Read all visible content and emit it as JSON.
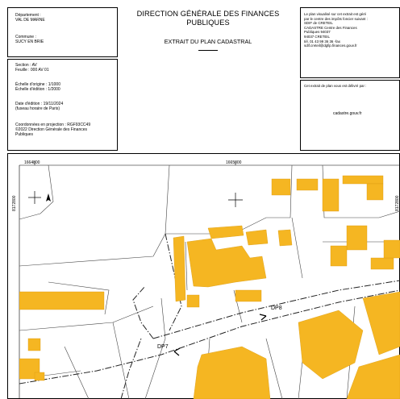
{
  "header": {
    "departement": "Département :\nVAL DE MARNE",
    "commune": "Commune :\nSUCY EN BRIE",
    "title": "DIRECTION GÉNÉRALE DES FINANCES PUBLIQUES",
    "subtitle": "EXTRAIT DU PLAN CADASTRAL",
    "section": "Section : AV\nFeuille : 000 AV 01",
    "echelle": "Échelle d'origine : 1/1000\nÉchelle d'édition : 1/2000",
    "date": "Date d'édition : 19/11/2024\n(fuseau horaire de Paris)",
    "coords": "Coordonnées en projection : RGF93CC49\n©2022 Direction Générale des Finances\nPubliques",
    "centre": "Le plan visualisé sur cet extrait est géré\npar le centre des impôts foncier suivant :\nSDIF de CRETEIL\nCADASTRE Centre des Finances\nPubliques 94037\n94037 CRETEIL\ntél. 01 43 99 36 36 -fax\nsdif.creteil@dgfip.finances.gouv.fr",
    "delivre": "Cet extrait de plan vous est délivré par :",
    "site": "cadastre.gouv.fr"
  },
  "map": {
    "coord_x1": "1664800",
    "coord_x2": "1665000",
    "coord_y": "8172800",
    "labels": {
      "dp8": "DP8",
      "dp7": "DP7"
    },
    "colors": {
      "building": "#f5b622",
      "line": "#222222"
    }
  }
}
